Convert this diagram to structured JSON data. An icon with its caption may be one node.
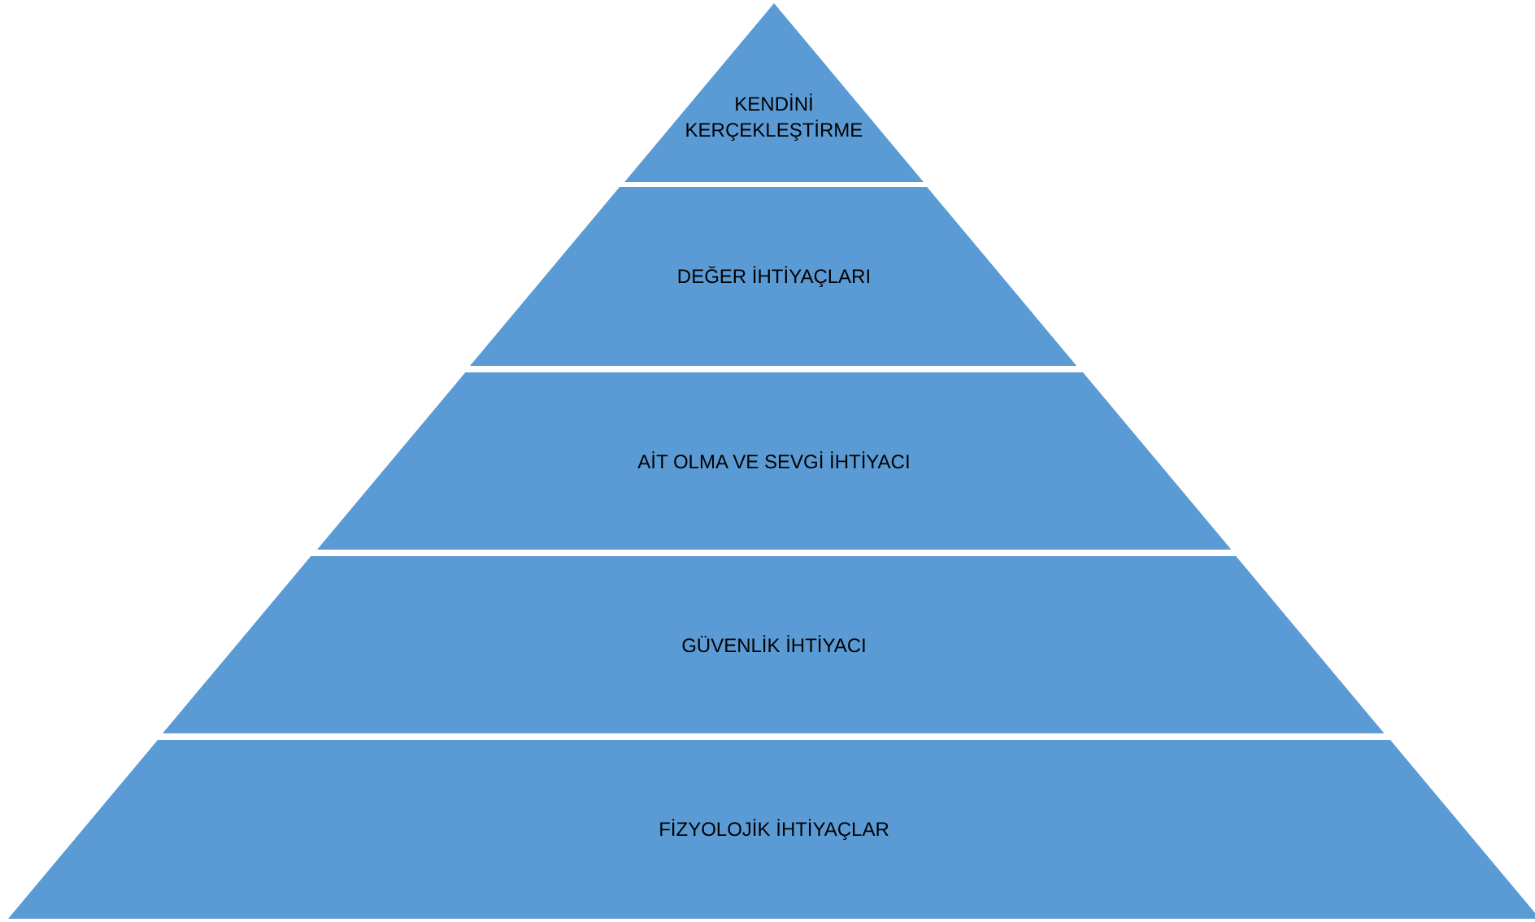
{
  "diagram": {
    "nodes": [
      {
        "text": [
          "KENDİNİ KERÇEKLEŞTİRME"
        ]
      },
      {
        "text": [
          "DEĞER İHTİYAÇLARI"
        ]
      },
      {
        "text": [
          "AİT OLMA VE SEVGİ İHTİYACI"
        ]
      },
      {
        "text": [
          "GÜVENLİK İHTİYACI"
        ]
      },
      {
        "text": [
          "FİZYOLOJİK İHTİYAÇLAR"
        ]
      }
    ]
  }
}
